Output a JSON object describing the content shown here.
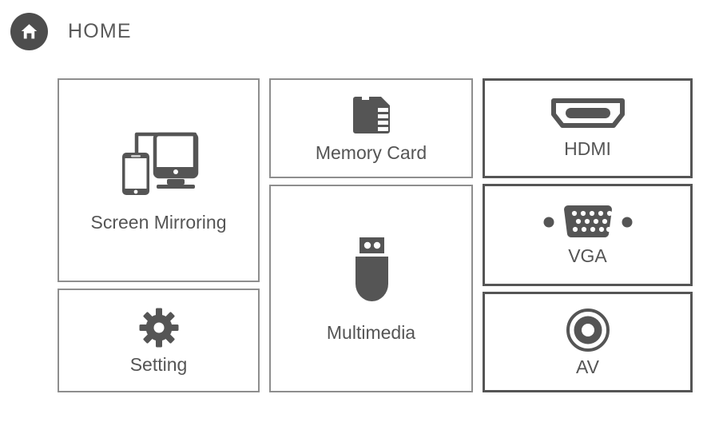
{
  "header": {
    "title": "HOME",
    "icon": "home-icon"
  },
  "theme": {
    "background": "#ffffff",
    "text": "#555555",
    "icon_fill": "#555555",
    "badge_fill": "#4d4d4d",
    "border_light": "#8e8e8e",
    "border_strong": "#555555"
  },
  "grid": {
    "tiles": [
      {
        "id": "screen-mirroring",
        "label": "Screen Mirroring",
        "icon": "phone-monitor-mirroring-icon",
        "border": "light"
      },
      {
        "id": "setting",
        "label": "Setting",
        "icon": "gear-icon",
        "border": "light"
      },
      {
        "id": "memory-card",
        "label": "Memory Card",
        "icon": "sd-card-icon",
        "border": "light"
      },
      {
        "id": "multimedia",
        "label": "Multimedia",
        "icon": "usb-flash-drive-icon",
        "border": "light"
      },
      {
        "id": "hdmi",
        "label": "HDMI",
        "icon": "hdmi-port-icon",
        "border": "strong"
      },
      {
        "id": "vga",
        "label": "VGA",
        "icon": "vga-port-icon",
        "border": "strong"
      },
      {
        "id": "av",
        "label": "AV",
        "icon": "rca-jack-icon",
        "border": "strong"
      }
    ]
  }
}
